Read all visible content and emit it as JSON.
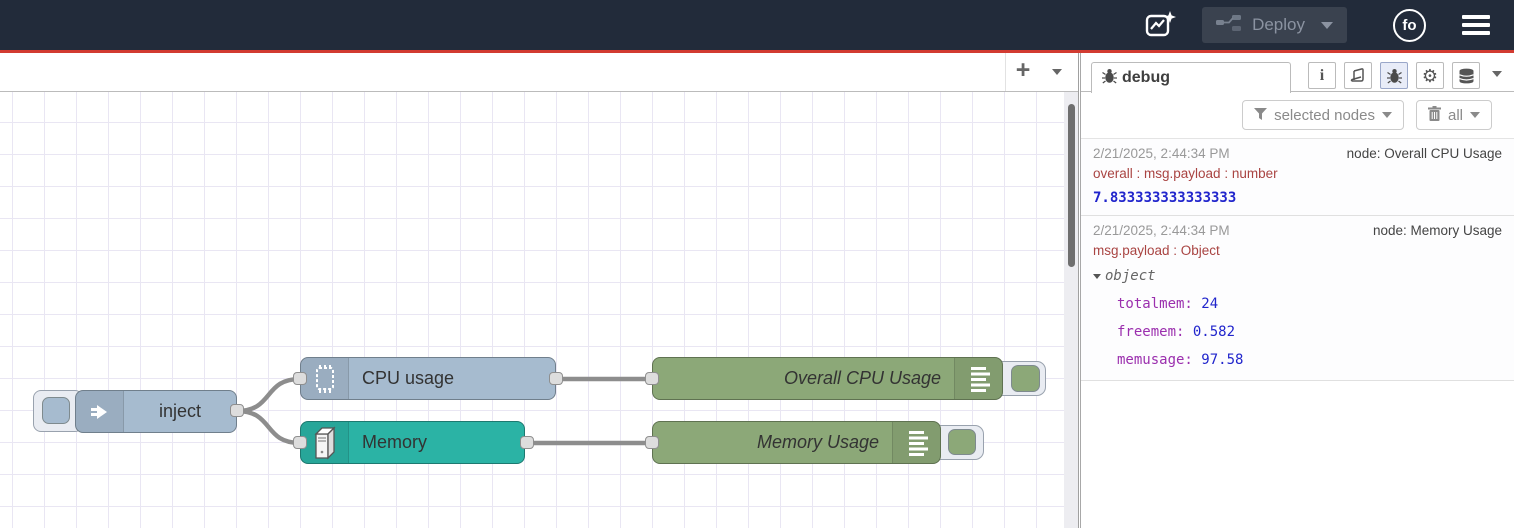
{
  "header": {
    "deploy": "Deploy",
    "avatar": "fo"
  },
  "workspace": {
    "add_flow": "+",
    "nodes": {
      "inject": "inject",
      "cpu": "CPU usage",
      "memory": "Memory",
      "overall_cpu": "Overall CPU Usage",
      "memory_usage": "Memory Usage"
    }
  },
  "sidebar": {
    "tab": "debug",
    "filter": "selected nodes",
    "clear": "all",
    "messages": [
      {
        "timestamp": "2/21/2025, 2:44:34 PM",
        "node": "node: Overall CPU Usage",
        "property": "overall : msg.payload : number",
        "value": "7.833333333333333"
      },
      {
        "timestamp": "2/21/2025, 2:44:34 PM",
        "node": "node: Memory Usage",
        "property": "msg.payload : Object",
        "object_label": "object",
        "fields": [
          {
            "key": "totalmem:",
            "value": "24"
          },
          {
            "key": "freemem:",
            "value": "0.582"
          },
          {
            "key": "memusage:",
            "value": "97.58"
          }
        ]
      }
    ]
  },
  "colors": {
    "header_bg": "#222b3a",
    "accent_red": "#d23b31",
    "inject_node": "#a6bbcf",
    "memory_node": "#2bb3a5",
    "debug_node": "#8ca878",
    "value_blue": "#2125cc",
    "property_red": "#a94442",
    "key_purple": "#9b2fae"
  }
}
